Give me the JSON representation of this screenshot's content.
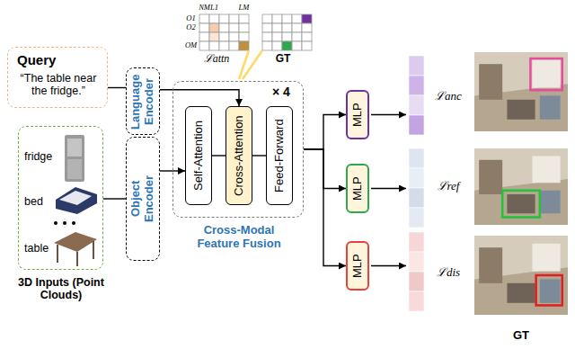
{
  "diagram": {
    "nodes": [
      {
        "text": [
          "Query",
          "“The table near the fridge.”"
        ]
      },
      {
        "text": [
          "fridge",
          "bed",
          "table",
          "3D Inputs (Point Clouds)"
        ]
      },
      {
        "text": [
          "Language Encoder"
        ]
      },
      {
        "text": [
          "Object Encoder"
        ]
      },
      {
        "text": [
          "× 4",
          "Cross-Modal Feature Fusion"
        ]
      },
      {
        "text": [
          "Self-Attention"
        ],
        "in": 4
      },
      {
        "text": [
          "Cross-Attention"
        ],
        "in": 4
      },
      {
        "text": [
          "Feed-Forward"
        ],
        "in": 4
      },
      {
        "text": [
          "MLP"
        ]
      },
      {
        "text": [
          "MLP"
        ]
      },
      {
        "text": [
          "MLP"
        ]
      }
    ],
    "edges": [
      {
        "from": 0,
        "to": 2,
        "arrow": "none"
      },
      {
        "from": 1,
        "to": 3,
        "arrow": "none"
      },
      {
        "from": 2,
        "to": 6,
        "arrow": "to"
      },
      {
        "from": 3,
        "to": 5,
        "arrow": "to"
      },
      {
        "from": 5,
        "to": 6,
        "arrow": "none"
      },
      {
        "from": 6,
        "to": 7,
        "arrow": "none"
      },
      {
        "from": 4,
        "to": 8,
        "arrow": "to"
      },
      {
        "from": 4,
        "to": 9,
        "arrow": "to"
      },
      {
        "from": 4,
        "to": 10,
        "arrow": "to"
      }
    ],
    "labels": [
      "NM",
      "L1",
      "LM",
      "O1",
      "O2",
      "OM",
      "ℒattn",
      "GT",
      "ℒanc",
      "ℒref",
      "ℒdis",
      "GT"
    ]
  }
}
